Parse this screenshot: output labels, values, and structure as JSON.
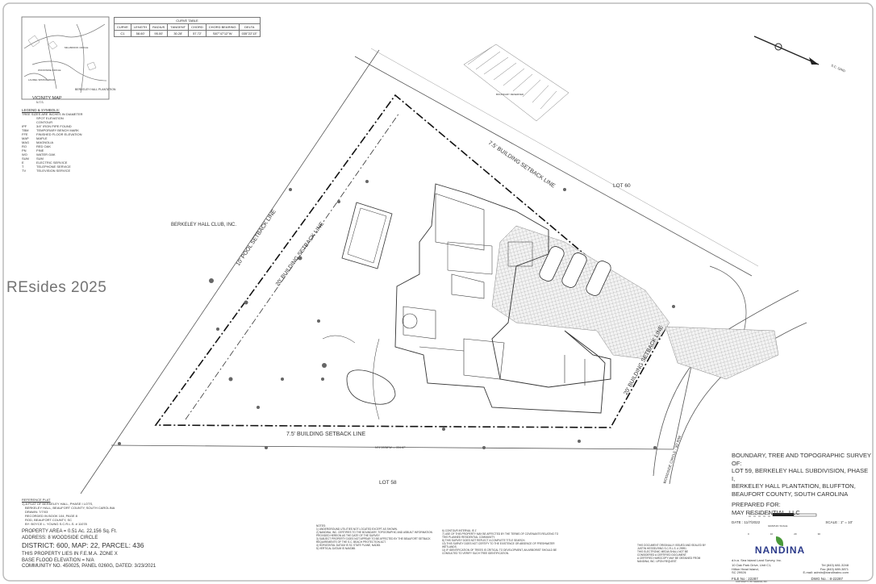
{
  "watermark": "REsides 2025",
  "curve_table": {
    "title": "CURVE TABLE",
    "headers": [
      "CURVE",
      "LENGTH",
      "RADIUS",
      "TANGENT",
      "CHORD",
      "CHORD BEARING",
      "DELTA"
    ],
    "row": [
      "C1",
      "58.60'",
      "95.00'",
      "30.28'",
      "57.72'",
      "S87°47'12\"W",
      "035°22'13\""
    ]
  },
  "vicinity_map": {
    "title": "VICINITY MAP",
    "scale": "N.T.S.",
    "label": "BERKELEY HALL PLANTATION",
    "streets": [
      "WOODSIDE CIRCLE",
      "MILLBROOK CIRCLE",
      "LAUREL SPRING ROAD"
    ]
  },
  "legend": {
    "title": "LEGEND & SYMBOLS:",
    "subtitle": "TREE SIZES ARE INCHES IN DIAMETER",
    "items": [
      [
        "",
        "SPOT ELEVATION"
      ],
      [
        "",
        "CONTOUR"
      ],
      [
        "IPF",
        "3/4\" IRON PIPE FOUND"
      ],
      [
        "TBM",
        "TEMPORARY BENCH MARK"
      ],
      [
        "FFE",
        "FINISHED FLOOR ELEVATION"
      ],
      [
        "MAP",
        "MAPLE"
      ],
      [
        "MAG",
        "MAGNOLIA"
      ],
      [
        "RO",
        "RED OAK"
      ],
      [
        "PN",
        "PINE"
      ],
      [
        "WO",
        "WATER OAK"
      ],
      [
        "SUM",
        "SUM"
      ],
      [
        "E",
        "ELECTRIC SERVICE"
      ],
      [
        "T",
        "TELEPHONE SERVICE"
      ],
      [
        "TV",
        "TELEVISION SERVICE"
      ]
    ]
  },
  "plan": {
    "neighbor_west": "BERKELEY HALL CLUB, INC.",
    "lot_north": "LOT 60",
    "lot_south": "LOT 58",
    "setback_north": "7.5' BUILDING SETBACK LINE",
    "setback_south": "7.5' BUILDING SETBACK LINE",
    "setback_west": "20' BUILDING SETBACK LINE",
    "setback_east": "20' BUILDING SETBACK LINE",
    "pool_setback": "10' POOL SETBACK LINE",
    "road": "WOODSIDE CIRCLE - 50' R/W",
    "bearing_south": "N71°23'38\"W — 224.67'",
    "north_arrow": "S.C. GRID",
    "boundary_note": "BOUNDARY RESERVED"
  },
  "reference_plat": {
    "title": "REFERENCE PLAT",
    "lines": [
      "1) A PLAT OF BERKELEY HALL, PHASE I LOTS,",
      "BERKELEY HALL, BEAUFORT COUNTY, SOUTH CAROLINA",
      "DRAWN: 7/7/03",
      "RECORDED IN BOOK 104, PAGE 8",
      "ROD, BEAUFORT COUNTY, SC",
      "BY: BOYCE L. YOUNG S.C.R.L.S. # 11078"
    ]
  },
  "property": {
    "area": "PROPERTY AREA = 0.51 Ac. 22,156 Sq. Ft.",
    "address": "ADDRESS: 8 WOODSIDE CIRCLE",
    "district": "DISTRICT: 600,  MAP: 22,  PARCEL: 436",
    "flood1": "THIS PROPERTY LIES IN F.E.M.A. ZONE X",
    "flood2": "BASE FLOOD ELEVATION = N/A",
    "flood3": "COMMUNITY NO. 450025, PANEL 0260G, DATED: 3/23/2021"
  },
  "notes": {
    "title": "NOTES:",
    "col1": [
      "1) UNDERGROUND UTILITIES NOT LOCATED EXCEPT AS SHOWN.",
      "2) NANDINA, INC. CERTIFIES TO THE BOUNDARY, TOPOGRAPHIC AND ASBUILT INFORMATION PROVIDED HEREON AS THE DATE OF THE SURVEY.",
      "3) SUBJECT PROPERTY DOES NOT APPEAR TO BE AFFECTED BY THE BEAUFORT SETBACK REQUIREMENTS OF THE S.C. BEACH PROTECTION ACT.",
      "4) HORIZONTAL DATUM IS SC STATE PLANE, NAD83.",
      "5) VERTICAL DATUM IS NAVD88."
    ],
    "col2": [
      "6) CONTOUR INTERVAL IS 1'",
      "7) USE OF THIS PROPERTY MAY BE AFFECTED BY THE TERMS OF COVENANTS RELATING TO THIS PLANNED RESIDENTIAL COMMUNITY.",
      "8) THIS SURVEY DOES NOT REFLECT A COMPLETE TITLE SEARCH.",
      "10) THIS SURVEY DOES NOT CERTIFY TO THE EXISTENCE OR ABSENCE OF FRESHWATER WETLANDS.",
      "11) IF IDENTIFICATION OF TREES IS CRITICAL TO DEVELOPMENT, AN ARBORIST SHOULD BE CONSULTED TO VERIFY SUCH TREE IDENTIFICATION."
    ],
    "seal": [
      "THIS DOCUMENT ORIGINALLY ISSUED AND SEALED BY JUSTIN HESSELRING S.C.R.L.S. # 29991",
      "THIS ELECTRONIC MEDIA SHALL NOT BE CONSIDERED A CERTIFIED DOCUMENT.",
      "A CERTIFIED HARDCOPY MAY BE OBTAINED FROM NANDINA, INC. UPON REQUEST."
    ]
  },
  "title_block": {
    "title": [
      "BOUNDARY, TREE AND TOPOGRAPHIC SURVEY OF:",
      "LOT 59, BERKELEY HALL SUBDIVISION, PHASE I,",
      "BERKELEY HALL PLANTATION, BLUFFTON,",
      "BEAUFORT COUNTY, SOUTH CAROLINA"
    ],
    "prepared_for_label": "PREPARED FOR:",
    "prepared_for": "MAY RESIDENTIAL, LLC",
    "date": "DATE : 11/7/2022",
    "scale": "SCALE : 1\" = 10'",
    "graphic_scale": "GRAPHIC SCALE",
    "scale_ticks": [
      "0",
      "10",
      "20",
      "30"
    ],
    "company": "NANDINA",
    "dba": "d.b.a. Sea Island Land Survey, Inc.",
    "address": [
      "10 Oak Park Drive, Unit C1,",
      "Hilton Head Island,",
      "SC 29926"
    ],
    "tel": "Tel (843) 681-3248",
    "fax": "Fax (843) 689-3871",
    "email": "E-mail: admin@nandinainc.com",
    "file_no": "FILE No : 22287",
    "dwg_no": "DWG No. : 8-22287",
    "copyright": "COPYRIGHT © BY NANDINA, INC."
  },
  "colors": {
    "line": "#444444",
    "accent_logo": "#2b3a8a",
    "leaf": "#4a9a3a"
  }
}
